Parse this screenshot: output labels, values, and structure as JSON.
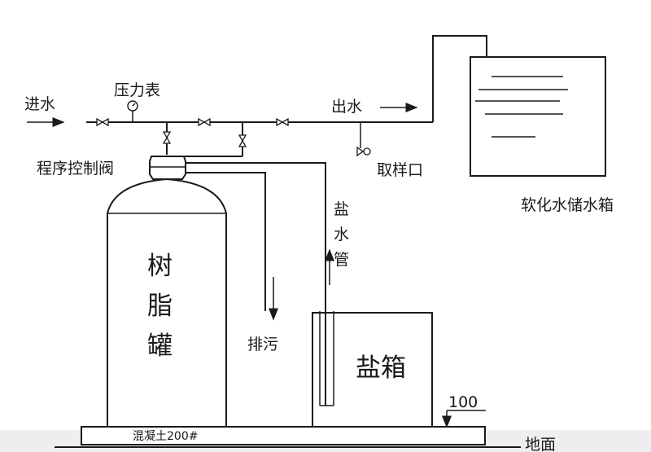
{
  "labels": {
    "inlet": "进水",
    "pressure_gauge": "压力表",
    "outlet": "出水",
    "control_valve": "程序控制阀",
    "sampling_port": "取样口",
    "storage_tank": "软化水储水箱",
    "brine_pipe": [
      "盐",
      "水",
      "管"
    ],
    "resin_tank": [
      "树",
      "脂",
      "罐"
    ],
    "drain": "排污",
    "brine_tank": "盐箱",
    "height": "100",
    "concrete_base": "混凝土200#",
    "ground": "地面"
  }
}
